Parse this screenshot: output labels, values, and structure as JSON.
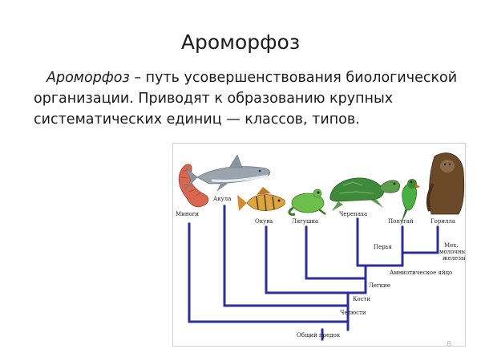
{
  "slide": {
    "title": "Ароморфоз",
    "definition_term": "Ароморфоз",
    "definition_rest_line1": " – путь усовершенствования биологической",
    "definition_line2": "организации. Приводят к образованию крупных",
    "definition_line3": "систематических единиц — классов, типов.",
    "page_number": "8"
  },
  "diagram": {
    "branch_color": "#2b2f9e",
    "organisms": {
      "worm": "Миноги",
      "shark": "Акула",
      "perch": "Окунь",
      "frog": "Лягушка",
      "turtle": "Черепаха",
      "parrot": "Попугай",
      "gorilla": "Горилла"
    },
    "features": {
      "feathers": "Перья",
      "hair": "Мех,",
      "hair_line2": "молочные",
      "hair_line3": "железы",
      "amniotic": "Амниотическое яйцо",
      "lungs": "Легкие",
      "bones": "Кости",
      "jaws": "Челюсти",
      "ancestor": "Общий предок"
    }
  }
}
